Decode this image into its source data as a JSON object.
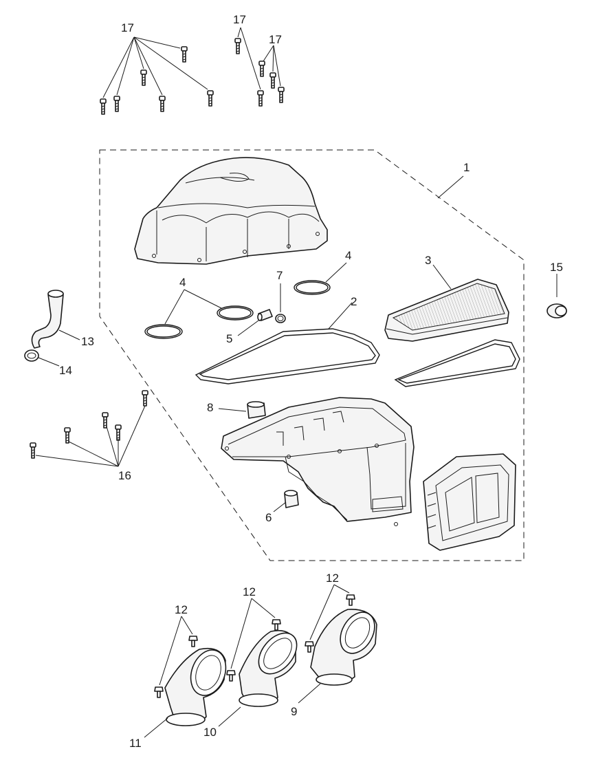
{
  "callouts": {
    "c1": "1",
    "c2": "2",
    "c3": "3",
    "c4a": "4",
    "c4b": "4",
    "c5": "5",
    "c6": "6",
    "c7": "7",
    "c8": "8",
    "c9": "9",
    "c10": "10",
    "c11": "11",
    "c12a": "12",
    "c12b": "12",
    "c12c": "12",
    "c13": "13",
    "c14": "14",
    "c15": "15",
    "c16": "16",
    "c17a": "17",
    "c17b": "17",
    "c17c": "17"
  }
}
